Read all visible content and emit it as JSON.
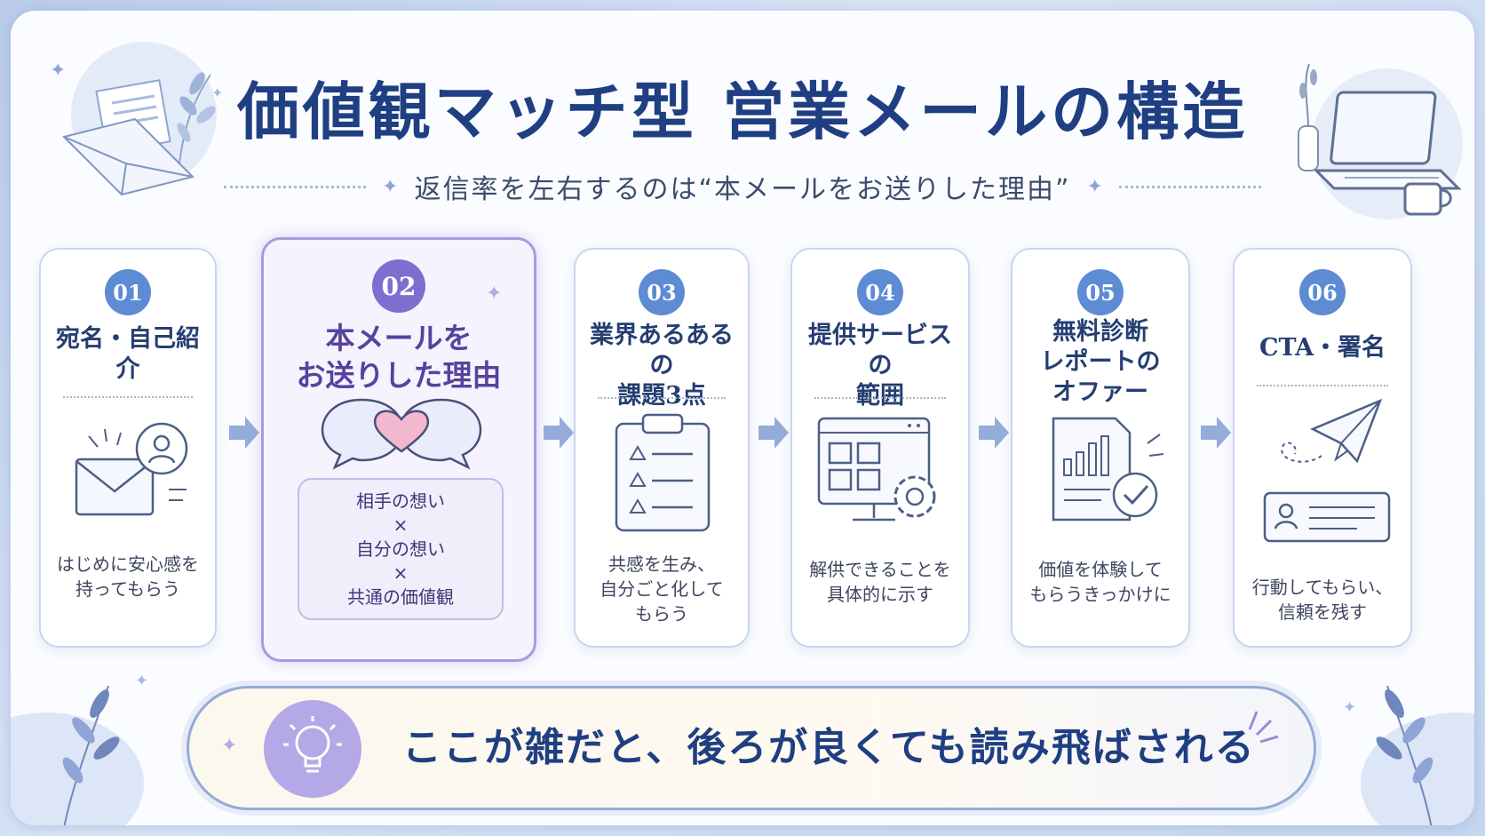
{
  "title": "価値観マッチ型 営業メールの構造",
  "subtitle": "返信率を左右するのは“本メールをお送りした理由”",
  "steps": [
    {
      "number": "01",
      "title_lines": [
        "宛名・自己紹介"
      ],
      "desc_lines": [
        "はじめに安心感を",
        "持ってもらう"
      ]
    },
    {
      "number": "02",
      "title_lines": [
        "本メールを",
        "お送りした理由"
      ],
      "box_lines": [
        "相手の想い",
        "×",
        "自分の想い",
        "×",
        "共通の価値観"
      ]
    },
    {
      "number": "03",
      "title_lines": [
        "業界あるあるの",
        "課題3点"
      ],
      "desc_lines": [
        "共感を生み、",
        "自分ごと化して",
        "もらう"
      ]
    },
    {
      "number": "04",
      "title_lines": [
        "提供サービスの",
        "範囲"
      ],
      "desc_lines": [
        "解供できることを",
        "具体的に示す"
      ]
    },
    {
      "number": "05",
      "title_lines": [
        "無料診断",
        "レポートの",
        "オファー"
      ],
      "desc_lines": [
        "価値を体験して",
        "もらうきっかけに"
      ]
    },
    {
      "number": "06",
      "title_lines": [
        "CTA・署名"
      ],
      "desc_lines": [
        "行動してもらい、",
        "信頼を残す"
      ]
    }
  ],
  "banner": {
    "text": "ここが雑だと、後ろが良くても読み飛ばされる"
  },
  "colors": {
    "navy": "#1f3f82",
    "blue_badge": "#5d8bd4",
    "purple_badge": "#7d6fcf",
    "heart": "#f2b8cf"
  }
}
